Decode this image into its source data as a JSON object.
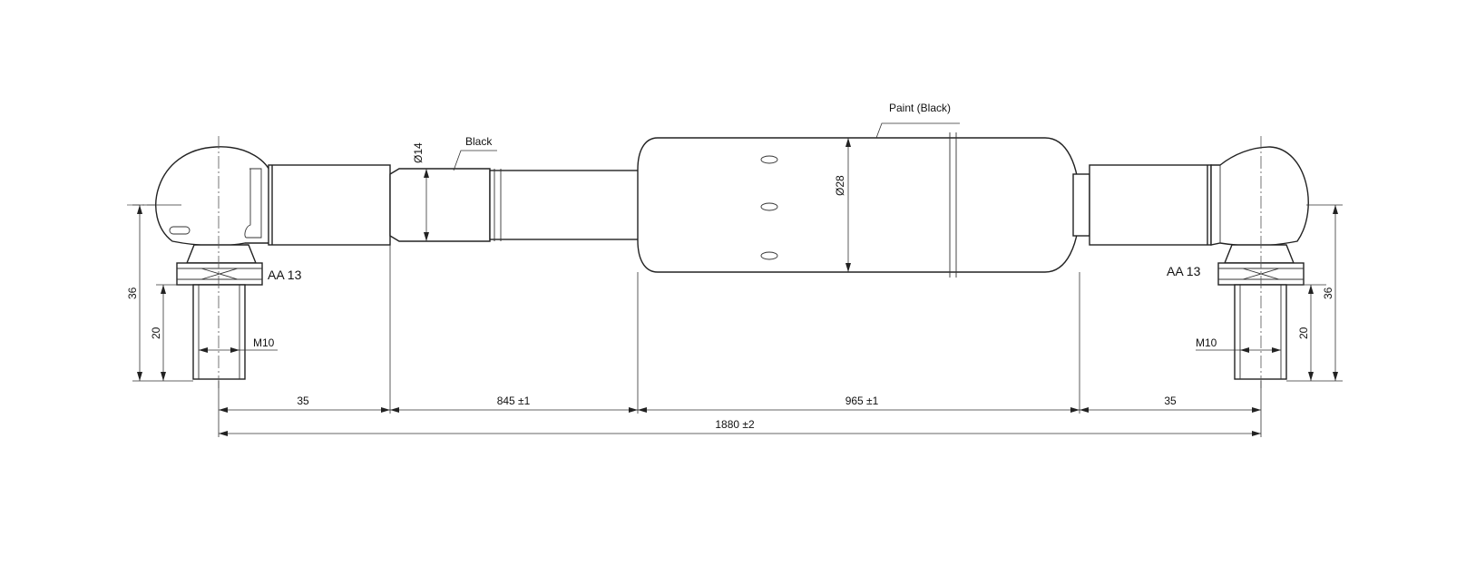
{
  "labels": {
    "paint": "Paint (Black)",
    "black": "Black",
    "rod_diameter": "Ø14",
    "tube_diameter": "Ø28",
    "left_fitting": "AA 13",
    "right_fitting": "AA 13",
    "left_thread": "M10",
    "right_thread": "M10",
    "left_height_total": "36",
    "left_height_thread": "20",
    "right_height_total": "36",
    "right_height_thread": "20"
  },
  "dimensions": {
    "left_end": "35",
    "rod_length": "845 ±1",
    "tube_length": "965 ±1",
    "right_end": "35",
    "overall_length": "1880 ±2"
  }
}
